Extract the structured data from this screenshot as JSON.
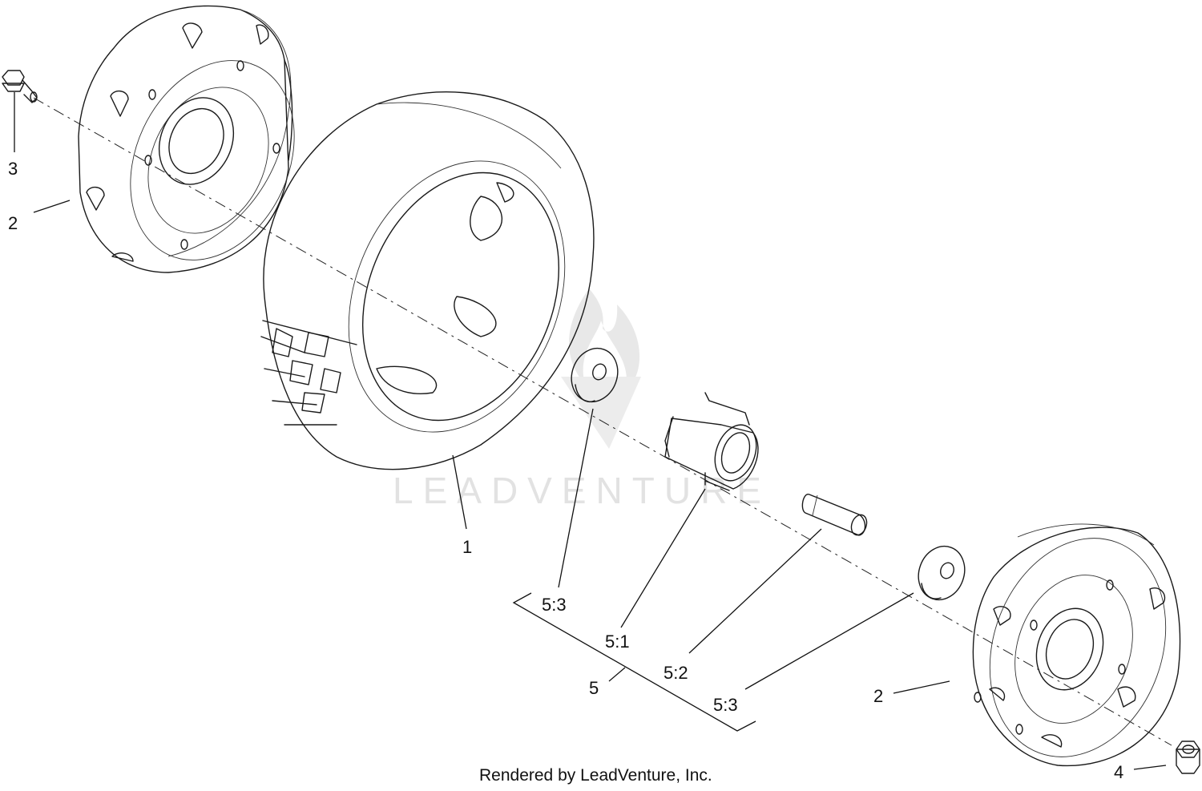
{
  "callouts": {
    "c3": "3",
    "c2_left": "2",
    "c1": "1",
    "c5_3_top": "5:3",
    "c5_1": "5:1",
    "c5_2": "5:2",
    "c5": "5",
    "c5_3_bottom": "5:3",
    "c2_right": "2",
    "c4": "4"
  },
  "watermark": "LEADVENTURE",
  "footer": "Rendered by LeadVenture, Inc."
}
